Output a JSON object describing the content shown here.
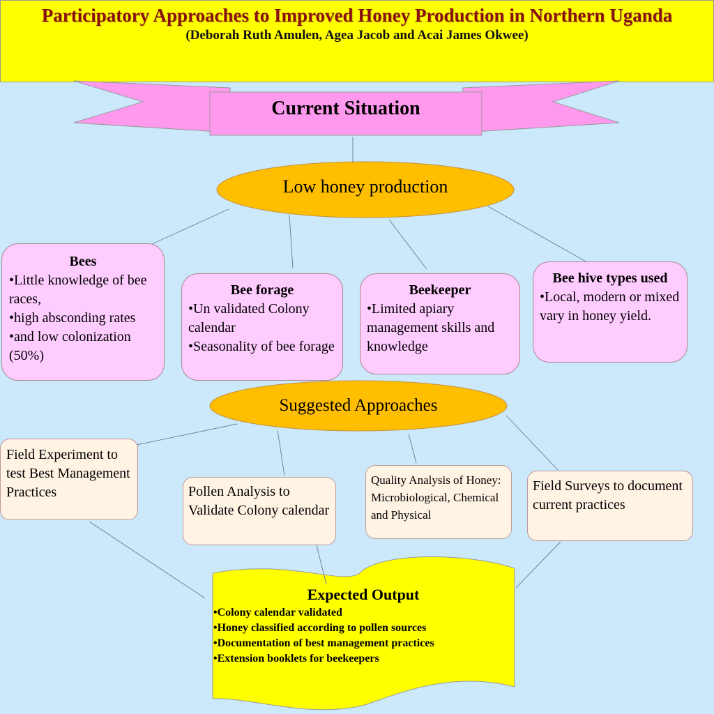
{
  "header": {
    "title": "Participatory Approaches to Improved Honey Production in Northern Uganda",
    "authors": "(Deborah Ruth Amulen, Agea Jacob and Acai James Okwee)"
  },
  "banner": {
    "label": "Current Situation"
  },
  "problem": {
    "label": "Low honey production"
  },
  "factors": {
    "bees": {
      "heading": "Bees",
      "items": [
        "Little knowledge of bee races,",
        "high absconding rates",
        "and low colonization (50%)"
      ]
    },
    "forage": {
      "heading": "Bee forage",
      "items": [
        "Un validated Colony calendar",
        "Seasonality of bee forage"
      ]
    },
    "beekeeper": {
      "heading": "Beekeeper",
      "items": [
        "Limited apiary management skills and knowledge"
      ]
    },
    "hives": {
      "heading": "Bee hive types used",
      "items": [
        "Local, modern or mixed vary in honey yield."
      ]
    }
  },
  "approaches_oval": {
    "label": "Suggested Approaches"
  },
  "approaches": [
    "Field Experiment to test Best Management Practices",
    "Pollen Analysis to Validate Colony calendar",
    "Quality Analysis of Honey: Microbiological, Chemical and Physical",
    "Field Surveys to document current practices"
  ],
  "output": {
    "heading": "Expected Output",
    "items": [
      "Colony calendar validated",
      "Honey classified according to pollen sources",
      "Documentation of best management practices",
      "Extension booklets for beekeepers"
    ]
  },
  "colors": {
    "background": "#cce9fb",
    "header": "#ffff00",
    "title": "#8b1010",
    "banner": "#ff99ee",
    "oval": "#ffbf00",
    "pink_box": "#ffccff",
    "cream_box": "#fff3e4",
    "output_box": "#ffff00"
  }
}
